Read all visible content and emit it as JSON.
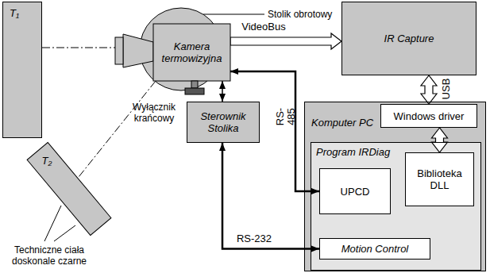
{
  "diagram": {
    "nodes": [
      {
        "text": [
          "T₁"
        ]
      },
      {
        "text": [
          "T₂"
        ]
      },
      {
        "text": [
          "Kamera termowizyjna"
        ]
      },
      {
        "text": [
          "IR Capture"
        ]
      },
      {
        "text": [
          "Sterownik Stolika"
        ]
      },
      {
        "text": [
          "Komputer PC"
        ]
      },
      {
        "text": [
          "Windows driver"
        ],
        "in": 5
      },
      {
        "text": [
          "Program IRDiag"
        ],
        "in": 5
      },
      {
        "text": [
          "UPCD"
        ],
        "in": 7
      },
      {
        "text": [
          "Biblioteka DLL"
        ],
        "in": 7
      },
      {
        "text": [
          "Motion Control"
        ],
        "in": 7
      }
    ],
    "edges": [
      {
        "from": 0,
        "to": 2,
        "arrow": "none"
      },
      {
        "from": 1,
        "to": 2,
        "arrow": "none"
      },
      {
        "from": 2,
        "to": 3,
        "arrow": "to",
        "label": "VideoBus"
      },
      {
        "from": 3,
        "to": 6,
        "arrow": "both",
        "label": "USB"
      },
      {
        "from": 6,
        "to": 9,
        "arrow": "both"
      },
      {
        "from": 2,
        "to": 8,
        "arrow": "both",
        "label": "RS-485"
      },
      {
        "from": 2,
        "to": 4,
        "arrow": "both"
      },
      {
        "from": 4,
        "to": 10,
        "arrow": "both",
        "label": "RS-232"
      }
    ],
    "labels": [
      "Stolik obrotowy",
      "Wyłącznik krańcowy",
      "Techniczne ciała doskonale czarne"
    ]
  }
}
